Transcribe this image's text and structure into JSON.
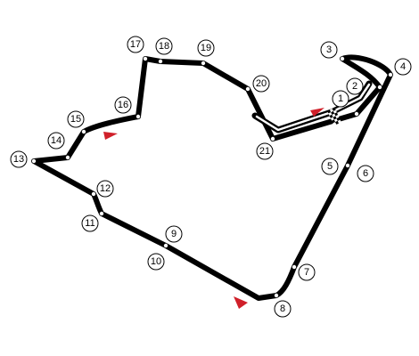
{
  "colors": {
    "track": "#000000",
    "track_inner": "#ffffff",
    "arrow": "#d0202a",
    "background": "#ffffff"
  },
  "turns": [
    {
      "number": "1"
    },
    {
      "number": "2"
    },
    {
      "number": "3"
    },
    {
      "number": "4"
    },
    {
      "number": "5"
    },
    {
      "number": "6"
    },
    {
      "number": "7"
    },
    {
      "number": "8"
    },
    {
      "number": "9"
    },
    {
      "number": "10"
    },
    {
      "number": "11"
    },
    {
      "number": "12"
    },
    {
      "number": "13"
    },
    {
      "number": "14"
    },
    {
      "number": "15"
    },
    {
      "number": "16"
    },
    {
      "number": "17"
    },
    {
      "number": "18"
    },
    {
      "number": "19"
    },
    {
      "number": "20"
    },
    {
      "number": "21"
    }
  ],
  "icons": {
    "start_finish": "checkered-flag-icon",
    "direction": "direction-arrow-icon"
  }
}
